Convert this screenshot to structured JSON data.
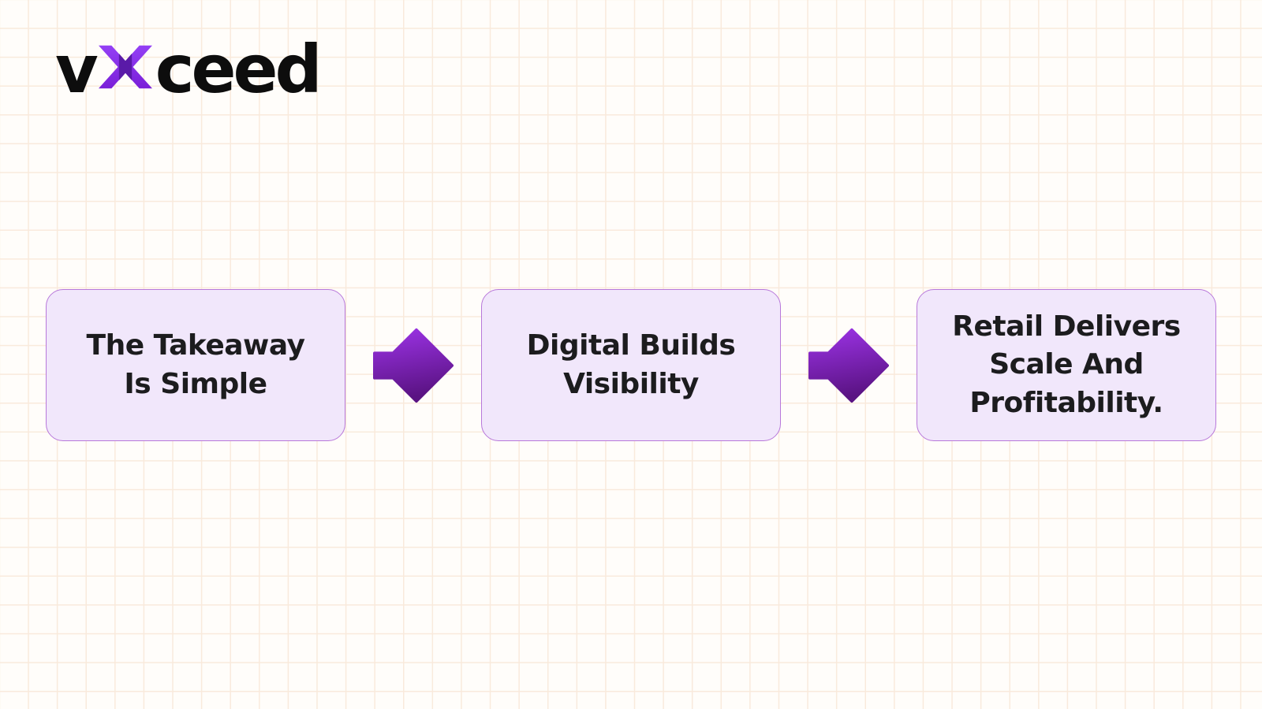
{
  "brand": {
    "logo_text_before": "v",
    "logo_icon": "vxceed-x-glyph",
    "logo_text_after": "ceed"
  },
  "flow": {
    "steps": [
      {
        "id": "step-1",
        "label": "The Takeaway\nIs Simple"
      },
      {
        "id": "step-2",
        "label": "Digital Builds\nVisibility"
      },
      {
        "id": "step-3",
        "label": "Retail Delivers\nScale And\nProfitability."
      }
    ],
    "connector_icon": "arrow-right"
  },
  "colors": {
    "background": "#FFFDFA",
    "grid_line": "#F9EADC",
    "box_fill": "#F1E7FB",
    "box_border": "#B878DA",
    "box_text": "#1C1C1E",
    "arrow_gradient_top": "#9C33E6",
    "arrow_gradient_bottom": "#5A1383",
    "logo_text": "#0D0D0D",
    "logo_purple": "#8B2FF0",
    "logo_purple_dark": "#5A1AA8"
  }
}
